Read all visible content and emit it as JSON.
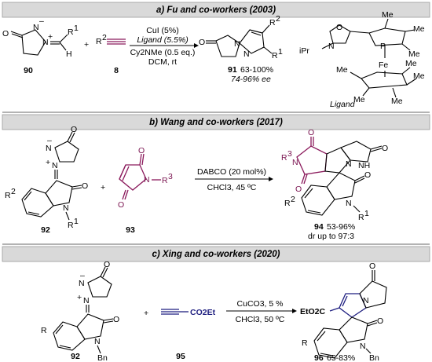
{
  "sections": [
    {
      "header": "a) Fu and co-workers (2003)",
      "reactant1_label": "90",
      "plus": "+",
      "reactant2_label": "8",
      "substituent_r1": "R1",
      "substituent_r2": "R2",
      "conditions": [
        "CuI (5%)",
        "Ligand (5.5%)",
        "Cy2NMe (0.5 eq.)",
        "DCM, rt"
      ],
      "product_label": "91",
      "yield": "63-100%",
      "ee": "74-96% ee",
      "ligand_caption": "Ligand",
      "ligand_ipr": "iPr",
      "ligand_me": "Me",
      "ligand_fe": "Fe",
      "ligand_p": "P"
    },
    {
      "header": "b) Wang and co-workers (2017)",
      "reactant1_label": "92",
      "reactant2_label": "93",
      "plus": "+",
      "conditions": [
        "DABCO (20 mol%)",
        "CHCl3, 45 ºC"
      ],
      "product_label": "94",
      "yield": "53-96%",
      "dr": "dr up to 97:3"
    },
    {
      "header": "c) Xing and co-workers (2020)",
      "reactant1_label": "92",
      "reactant2_label": "95",
      "plus": "+",
      "alkyne_group": "CO2Et",
      "conditions": [
        "CuCO3, 5 %",
        "CHCl3, 50 ºC"
      ],
      "product_label": "96",
      "yield": "65-83%",
      "bn": "Bn",
      "product_ester": "EtO2C"
    }
  ]
}
